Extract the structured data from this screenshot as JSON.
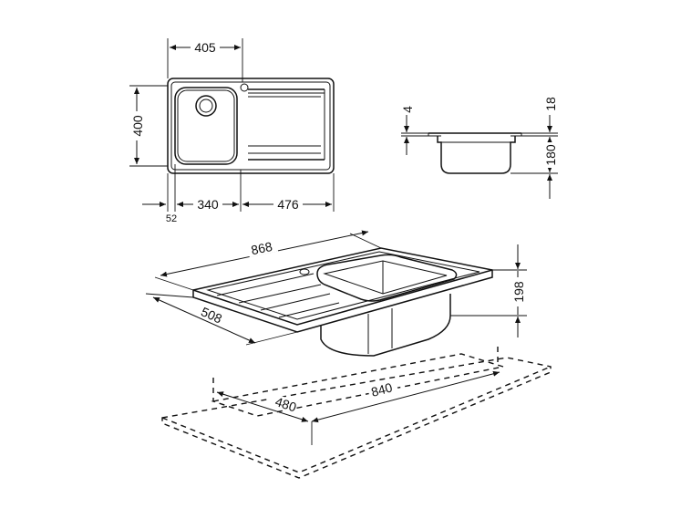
{
  "top_view": {
    "overall_length_drain": "405",
    "depth": "400",
    "bowl_width": "340",
    "drainer_width": "476",
    "edge_offset": "52"
  },
  "section_view": {
    "rim_thickness": "4",
    "rim_height": "18",
    "bowl_depth": "180"
  },
  "iso_view": {
    "length": "868",
    "width": "508",
    "height": "198",
    "cutout_length": "840",
    "cutout_width": "480"
  }
}
